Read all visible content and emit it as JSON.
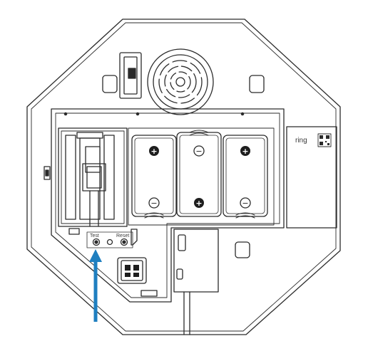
{
  "device": {
    "brand_label": "ring",
    "test_label": "Test",
    "reset_label": "Reset"
  },
  "batteries": [
    {
      "top_symbol": "+",
      "bottom_symbol": "−",
      "top_polarity": "positive",
      "bottom_polarity": "negative"
    },
    {
      "top_symbol": "−",
      "bottom_symbol": "+",
      "top_polarity": "negative",
      "bottom_polarity": "positive"
    },
    {
      "top_symbol": "+",
      "bottom_symbol": "−",
      "top_polarity": "positive",
      "bottom_polarity": "negative"
    }
  ],
  "callout": {
    "arrow_color": "#1f7fc0",
    "points_to": "test-button"
  },
  "colors": {
    "outline": "#2b2b2b",
    "background": "#ffffff",
    "fill_dark": "#1e1e1e"
  },
  "icons": [
    "speaker-grille-icon",
    "qr-code-icon",
    "screw-terminal-icon",
    "arrow-up-icon"
  ]
}
